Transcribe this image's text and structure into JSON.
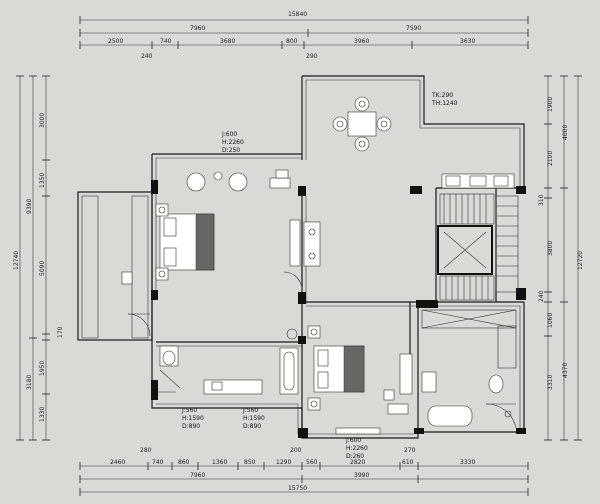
{
  "dimensions": {
    "top_overall": "15840",
    "top_left_total": "7960",
    "top_right_total": "7590",
    "top_segments": [
      "2500",
      "740",
      "3680",
      "800",
      "3960",
      "3630"
    ],
    "top_small_left": "240",
    "top_small_right": "290",
    "bottom_overall": "15750",
    "bottom_left_total": "7960",
    "bottom_right_total": "3990",
    "bottom_segments": [
      "2460",
      "740",
      "860",
      "1360",
      "850",
      "1290",
      "560",
      "2820",
      "610",
      "3330"
    ],
    "bottom_small": [
      "280",
      "200",
      "270"
    ],
    "left_overall": "12740",
    "left_upper_total": "9390",
    "left_segments": [
      "3000",
      "1350",
      "5090",
      "170",
      "1950",
      "1330"
    ],
    "left_lower_total": "3180",
    "right_overall": "12720",
    "right_segments_outer": [
      "1900",
      "2100",
      "310",
      "3800",
      "240",
      "1060",
      "3310"
    ],
    "right_segments_inner": [
      "4000",
      "4370"
    ]
  },
  "annotations": {
    "tk_label": "TK:290",
    "th_label": "TH:1240",
    "upper_window": [
      "J:600",
      "H:2260",
      "D:250"
    ],
    "lower_left_window_1": [
      "J:560",
      "H:1590",
      "D:890"
    ],
    "lower_left_window_2": [
      "J:560",
      "H:1590",
      "D:890"
    ],
    "lower_window": [
      "J:600",
      "H:2260",
      "D:260"
    ]
  }
}
